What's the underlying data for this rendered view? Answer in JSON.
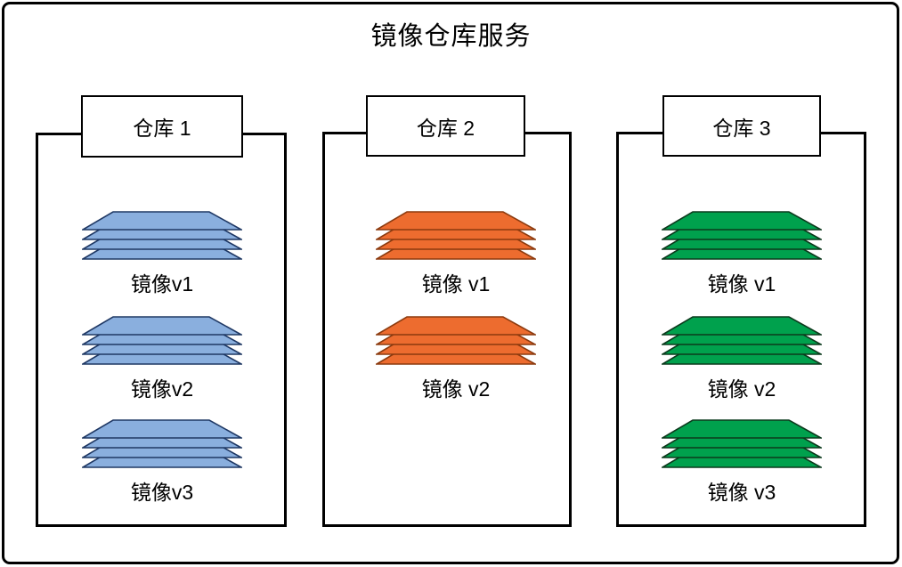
{
  "title": "镜像仓库服务",
  "warehouses": [
    {
      "label": "仓库 1",
      "fill": "#8AAFDE",
      "stroke": "#1F3864",
      "images": [
        "镜像v1",
        "镜像v2",
        "镜像v3"
      ]
    },
    {
      "label": "仓库 2",
      "fill": "#ED6C2F",
      "stroke": "#8C3A0E",
      "images": [
        "镜像 v1",
        "镜像 v2"
      ]
    },
    {
      "label": "仓库 3",
      "fill": "#00A14D",
      "stroke": "#0C3A1D",
      "images": [
        "镜像 v1",
        "镜像 v2",
        "镜像 v3"
      ]
    }
  ],
  "colors": {
    "background": "#FFFFFF",
    "border": "#000000",
    "text": "#000000"
  }
}
